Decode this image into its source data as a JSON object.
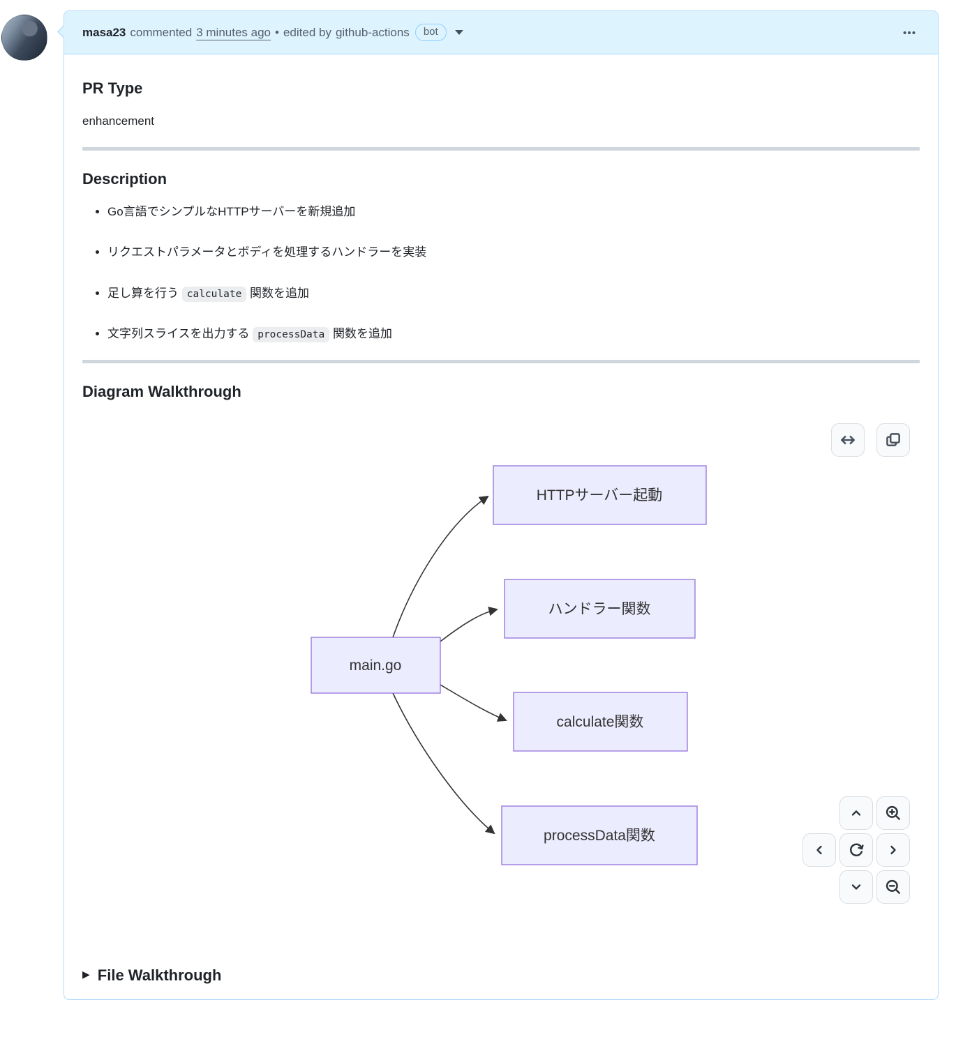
{
  "header": {
    "author": "masa23",
    "action": "commented",
    "timestamp": "3 minutes ago",
    "dot": "•",
    "edited_prefix": "edited by",
    "edited_author": "github-actions",
    "bot_label": "bot",
    "header_bg": "#ddf4ff",
    "border_color": "rgba(84,174,255,0.45)"
  },
  "sections": {
    "pr_type": {
      "heading": "PR Type",
      "value": "enhancement"
    },
    "description": {
      "heading": "Description",
      "items": [
        {
          "text": "Go言語でシンプルなHTTPサーバーを新規追加"
        },
        {
          "text": "リクエストパラメータとボディを処理するハンドラーを実装"
        },
        {
          "pre": "足し算を行う ",
          "code": "calculate",
          "post": " 関数を追加"
        },
        {
          "pre": "文字列スライスを出力する ",
          "code": "processData",
          "post": " 関数を追加"
        }
      ]
    },
    "diagram": {
      "heading": "Diagram Walkthrough",
      "nodes": {
        "main": "main.go",
        "http": "HTTPサーバー起動",
        "handler": "ハンドラー関数",
        "calculate": "calculate関数",
        "process": "processData関数"
      },
      "edges": [
        {
          "from": "main",
          "to": "http"
        },
        {
          "from": "main",
          "to": "handler"
        },
        {
          "from": "main",
          "to": "calculate"
        },
        {
          "from": "main",
          "to": "process"
        }
      ],
      "colors": {
        "node_fill": "#ECECFF",
        "node_border": "#9370DB",
        "edge": "#333333"
      }
    },
    "file_walkthrough": {
      "heading": "File Walkthrough",
      "marker": "▶"
    }
  }
}
